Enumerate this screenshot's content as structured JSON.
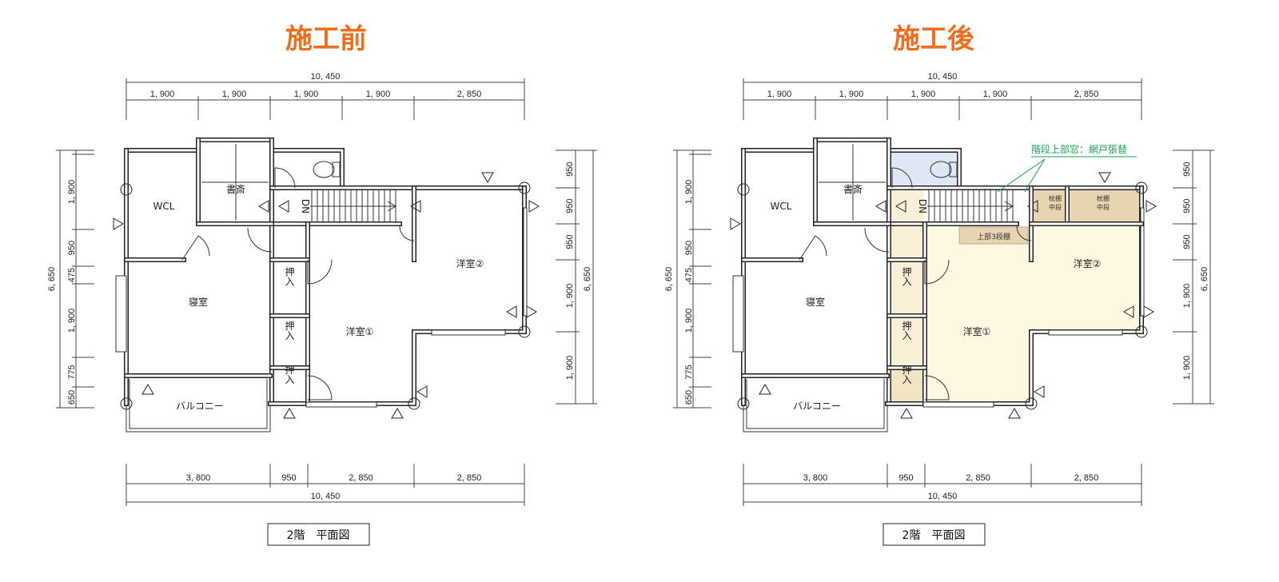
{
  "before": {
    "title": "施工前",
    "caption": "2階　平面図"
  },
  "after": {
    "title": "施工後",
    "caption": "2階　平面図",
    "note": "階段上部窓：網戸張替",
    "upper_shelf": "上部3段棚",
    "shelf_labels": [
      "枕棚",
      "中段"
    ]
  },
  "dims": {
    "top_total": "10, 450",
    "top_segments": [
      "1, 900",
      "1, 900",
      "1, 900",
      "1, 900",
      "2, 850"
    ],
    "bottom_segments": [
      "3, 800",
      "950",
      "2, 850",
      "2, 850"
    ],
    "bottom_total": "10, 450",
    "left_total": "6, 650",
    "left_segments": [
      "1, 900",
      "950",
      "475",
      "1, 900",
      "775",
      "650"
    ],
    "right_total": "6, 650",
    "right_segments": [
      "950",
      "950",
      "950",
      "1, 900",
      "1, 900"
    ]
  },
  "rooms": {
    "wcl": "WCL",
    "study": "書斎",
    "bedroom": "寝室",
    "room1": "洋室①",
    "room2": "洋室②",
    "closet": "押入",
    "balcony": "バルコニー",
    "stairs_dn": "DN"
  },
  "colors": {
    "title": "#ee6d1e",
    "note": "#1aa35a",
    "hall_fill": "#faf0d8",
    "room_fill": "#fdf8e2",
    "closet_fill": "#f1e4c2",
    "shelf_fill": "#e9d4b2",
    "toilet_fill": "#dde8f4"
  }
}
